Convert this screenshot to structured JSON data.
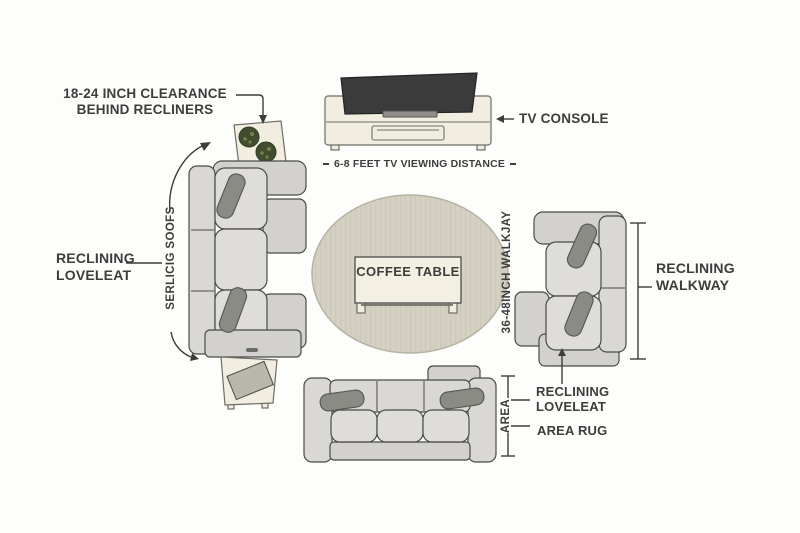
{
  "labels": {
    "clearance_line1": "18-24 INCH CLEARANCE",
    "clearance_line2": "BEHIND RECLINERS",
    "tv_console": "TV CONSOLE",
    "viewing_distance": "6-8 FEET TV VIEWING DISTANCE",
    "loveseat_left_line1": "RECLINING",
    "loveseat_left_line2": "LOVELEAT",
    "sofa_rotated": "SERLICIG SOOFS",
    "coffee_table": "COFFEE TABLE",
    "walkway_rotated": "36-48INCH WALKJAY",
    "walkway_right_line1": "RECLINING",
    "walkway_right_line2": "WALKWAY",
    "loveseat_right_line1": "RECLINING",
    "loveseat_right_line2": "LOVELEAT",
    "area_rug": "AREA RUG",
    "area_rotated": "AREA"
  },
  "colors": {
    "background": "#fdfdfc",
    "outline": "#4a4a48",
    "sofa_fill": "#d9d8d4",
    "pillow_fill": "#8b8b85",
    "cream_furniture": "#f1eee1",
    "tv_screen": "#3b3b3b",
    "rug_fill": "#d5d1c2",
    "annotation_ink": "#3d3d3b"
  }
}
